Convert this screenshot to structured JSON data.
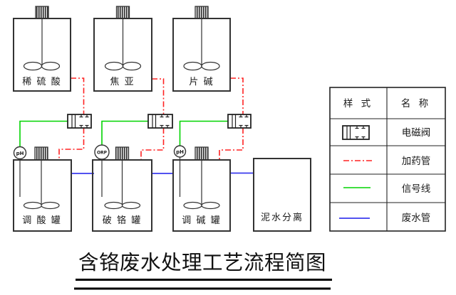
{
  "diagram": {
    "title": "含铬废水处理工艺流程简图",
    "top_tanks": [
      {
        "label": "稀 硫 酸"
      },
      {
        "label": "焦  亚"
      },
      {
        "label": "片  碱"
      }
    ],
    "bottom_tanks": [
      {
        "label": "调 酸 罐",
        "meter": "pH"
      },
      {
        "label": "破 铬 罐",
        "meter": "ORP"
      },
      {
        "label": "调 碱 罐",
        "meter": "pH"
      }
    ],
    "separator": {
      "label": "泥水分离"
    }
  },
  "legend": {
    "header": {
      "style": "样  式",
      "name": "名  称"
    },
    "rows": [
      {
        "name": "电磁阀",
        "symbol": "solenoid-valve-symbol"
      },
      {
        "name": "加药管",
        "symbol": "red-dash-dot-line",
        "color": "#ff2222"
      },
      {
        "name": "信号线",
        "symbol": "green-solid-line",
        "color": "#00d400"
      },
      {
        "name": "废水管",
        "symbol": "blue-solid-line",
        "color": "#3a3aee"
      }
    ]
  },
  "colors": {
    "dosing_pipe": "#ff2222",
    "signal_line": "#00d400",
    "waste_pipe": "#3a3aee",
    "outline": "#333333"
  }
}
